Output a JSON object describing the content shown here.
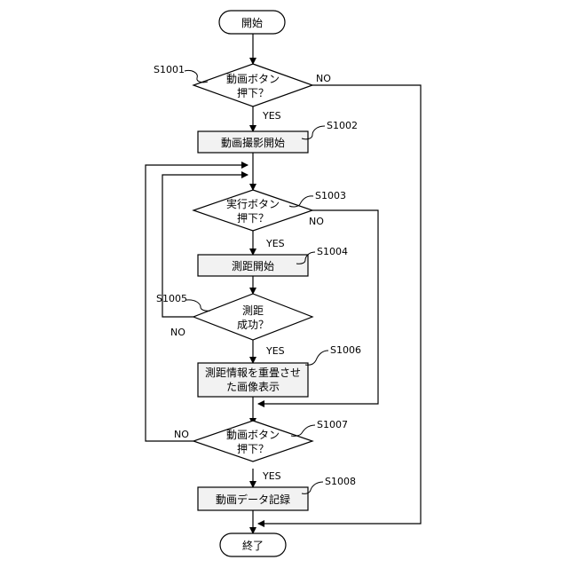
{
  "nodes": {
    "start": "開始",
    "d1": [
      "動画ボタン",
      "押下？"
    ],
    "p2": "動画撮影開始",
    "d3": [
      "実行ボタン",
      "押下？"
    ],
    "p4": "測距開始",
    "d5": [
      "測距",
      "成功？"
    ],
    "p6": [
      "測距情報を重畳させ",
      "た画像表示"
    ],
    "d7": [
      "動画ボタン",
      "押下？"
    ],
    "p8": "動画データ記録",
    "end": "終了"
  },
  "steps": {
    "s1001": "S1001",
    "s1002": "S1002",
    "s1003": "S1003",
    "s1004": "S1004",
    "s1005": "S1005",
    "s1006": "S1006",
    "s1007": "S1007",
    "s1008": "S1008"
  },
  "branches": {
    "d1_yes": "YES",
    "d1_no": "NO",
    "d3_yes": "YES",
    "d3_no": "NO",
    "d5_yes": "YES",
    "d5_no": "NO",
    "d7_yes": "YES",
    "d7_no": "NO"
  }
}
